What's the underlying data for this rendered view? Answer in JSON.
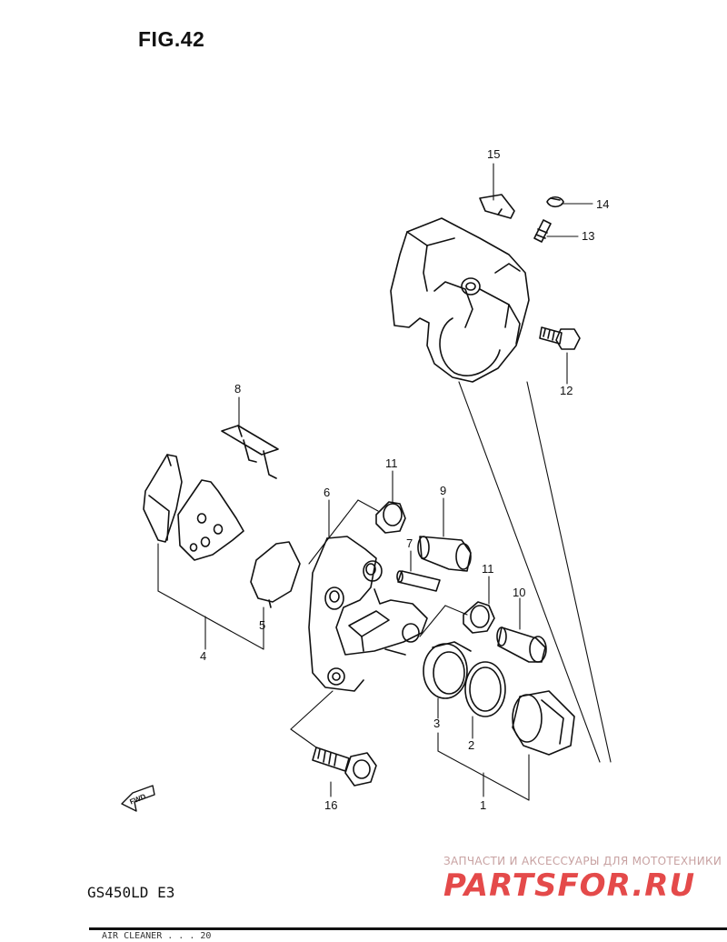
{
  "figure": {
    "title": "FIG.42",
    "model": "GS450LD E3",
    "footer_partial": "AIR CLEANER . . . 20"
  },
  "callouts": {
    "c1": "1",
    "c2": "2",
    "c3": "3",
    "c4": "4",
    "c5": "5",
    "c6": "6",
    "c7": "7",
    "c8": "8",
    "c9": "9",
    "c10": "10",
    "c11a": "11",
    "c11b": "11",
    "c12": "12",
    "c13": "13",
    "c14": "14",
    "c15": "15",
    "c16": "16"
  },
  "direction_arrow": "FWD",
  "watermark": {
    "tagline": "ЗАПЧАСТИ И АКСЕССУАРЫ ДЛЯ МОТОТЕХНИКИ",
    "logo": "PARTSFOR.RU",
    "color": "#e02b2b"
  }
}
